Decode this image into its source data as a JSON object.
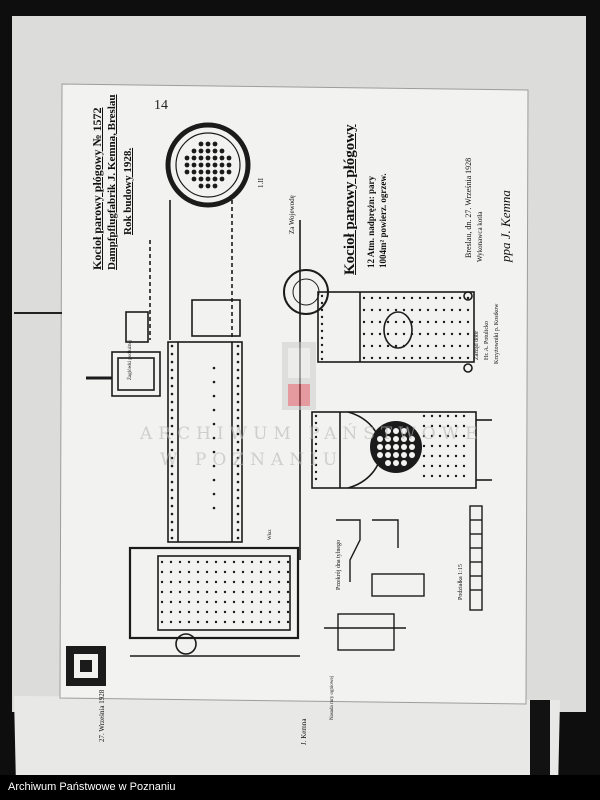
{
  "document": {
    "title_line1": "Kocioł parowy płógowy № 1572",
    "title_line2": "Dampfpflugfabrik J. Kemna, Breslau",
    "title_line3": "Rok budowy 1928.",
    "main_heading": "Kocioł parowy płógowy",
    "pressure": "12 Atm. nadprężn: pary",
    "heating_surface": "1004m² powierz. ogrzew.",
    "place_date": "Breslau, dn. 27. Września 1928",
    "maker_label": "Wykonawca kotła",
    "maker_signature": "ppa J. Kemna",
    "stamp_line1": "Zarząd dóbr",
    "stamp_line2": "Hr. A. Potulicko",
    "stamp_line3": "Krzyżowniki p. Kostkow",
    "scale_label": "Podziałka 1:15",
    "approval_text": "Za Wojewodę",
    "corner_mark": "14",
    "number_label": "1.II",
    "section_label": "Przekrój dna tylnego",
    "section_label2": "Nasada rury ogniowej",
    "manhole_label": "Właz",
    "detail_label": "Żaglówki podłużnej",
    "archive_watermark_line1": "ARCHIWUM PAŃSTWOWE",
    "archive_watermark_line2": "W POZNANIU",
    "footer_text": "Archiwum Państwowe w Poznaniu",
    "strip_text1": "27. Września 1928",
    "strip_text2": "J. Kemna"
  },
  "colors": {
    "background": "#0e0e0e",
    "paper": "#f0f0ee",
    "ink": "#1a1a1a",
    "watermark_red": "#d9535c",
    "watermark_grey": "#9a9a9a"
  }
}
